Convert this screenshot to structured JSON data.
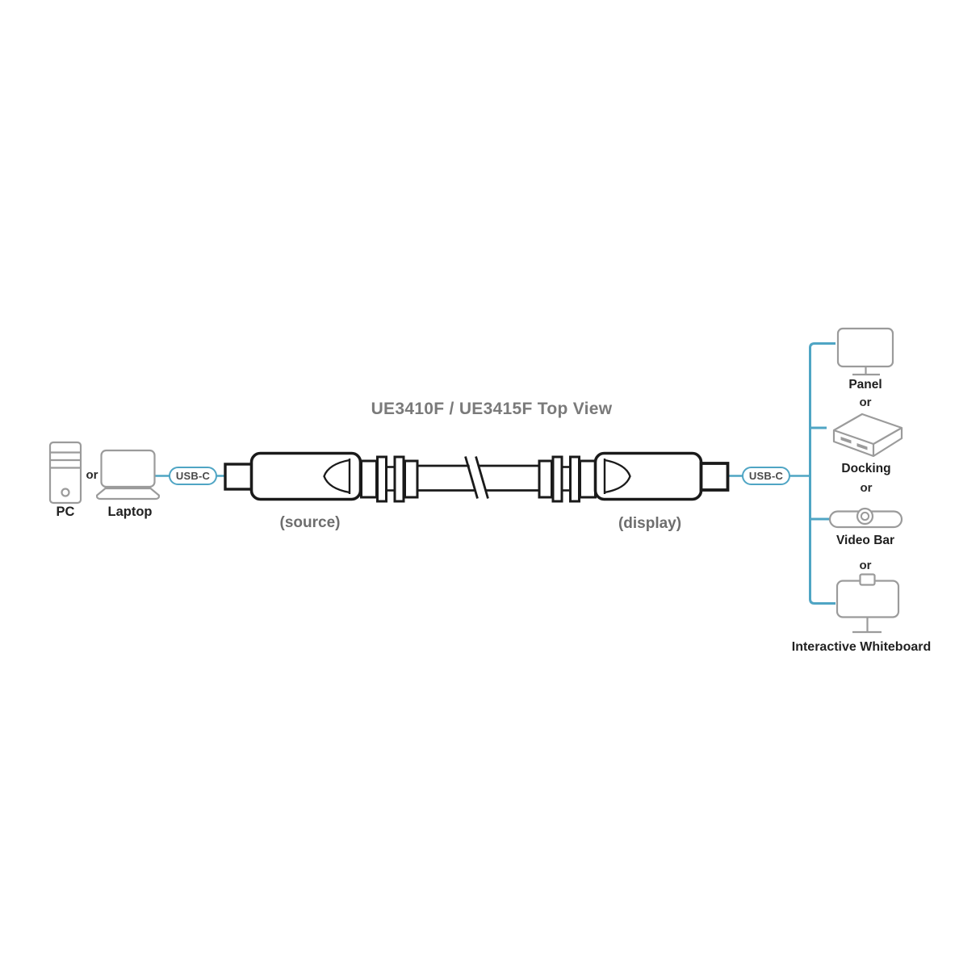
{
  "diagram": {
    "title": "UE3410F / UE3415F Top View",
    "cable": {
      "source_label": "(source)",
      "display_label": "(display)"
    },
    "left": {
      "pc_label": "PC",
      "or_label": "or",
      "laptop_label": "Laptop",
      "usbc_label": "USB-C",
      "icons": [
        "pc-tower-icon",
        "laptop-icon"
      ]
    },
    "right": {
      "usbc_label": "USB-C",
      "or_label": "or",
      "devices": [
        {
          "label": "Panel",
          "icon": "panel-monitor-icon"
        },
        {
          "label": "Docking",
          "icon": "docking-station-icon"
        },
        {
          "label": "Video Bar",
          "icon": "video-bar-icon"
        },
        {
          "label": "Interactive Whiteboard",
          "icon": "interactive-whiteboard-icon"
        }
      ]
    },
    "colors": {
      "accent": "#4FA5C4",
      "icon_stroke": "#9B9B9B",
      "cable_stroke": "#1A1A1A",
      "muted_text": "#7A7A7A",
      "label_text": "#222222"
    }
  }
}
